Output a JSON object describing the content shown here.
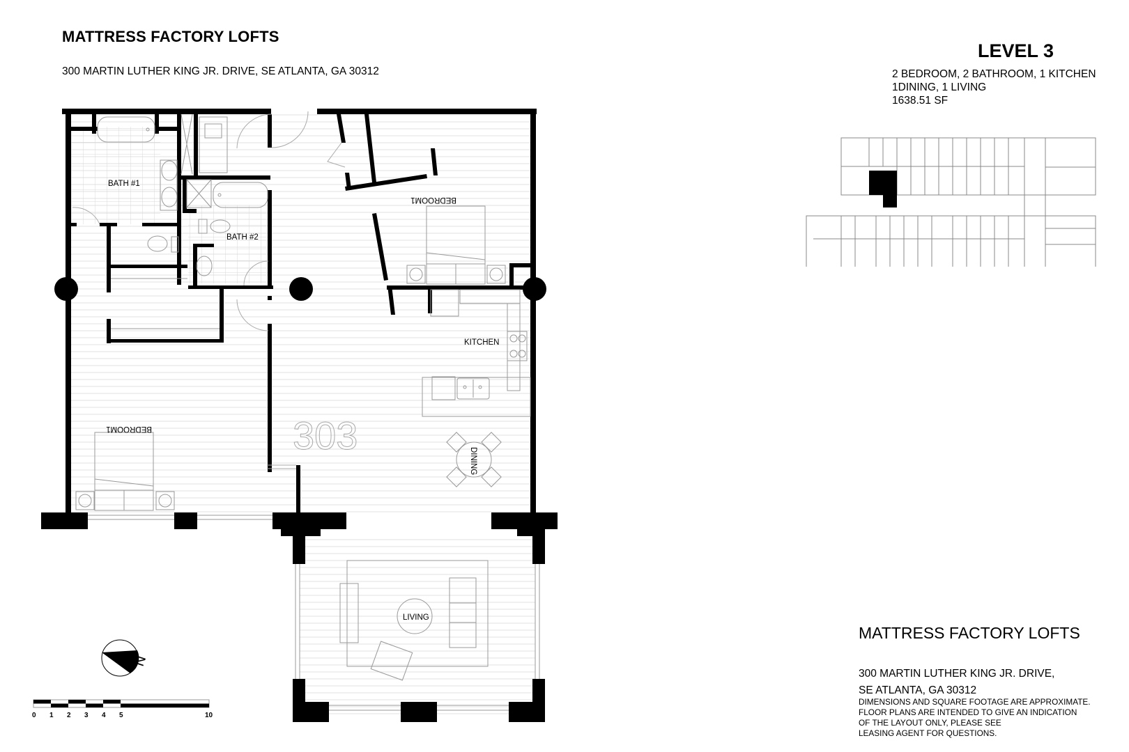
{
  "header": {
    "title": "MATTRESS FACTORY LOFTS",
    "address": "300 MARTIN LUTHER KING JR. DRIVE, SE ATLANTA, GA 30312"
  },
  "unit": {
    "level": "LEVEL 3",
    "rooms_line1": "2 BEDROOM, 2 BATHROOM, 1 KITCHEN",
    "rooms_line2": "1DINING, 1 LIVING",
    "area": "1638.51 SF",
    "number": "303"
  },
  "rooms": {
    "bath1": "BATH #1",
    "bath2": "BATH #2",
    "bedroom_a": "BEDROOM1",
    "bedroom_b": "BEDROOM1",
    "kitchen": "KITCHEN",
    "dining": "DINING",
    "living": "LIVING"
  },
  "compass": {
    "label": "N"
  },
  "scale_bar": {
    "ticks": [
      "0",
      "1",
      "2",
      "3",
      "4",
      "5",
      "10"
    ]
  },
  "footer": {
    "title": "MATTRESS FACTORY LOFTS",
    "address_line1": "300 MARTIN LUTHER KING JR. DRIVE,",
    "address_line2": "SE ATLANTA, GA 30312",
    "disclaimer": [
      "DIMENSIONS AND SQUARE FOOTAGE ARE APPROXIMATE.",
      "FLOOR PLANS ARE INTENDED TO GIVE AN INDICATION",
      "OF THE LAYOUT ONLY, PLEASE SEE",
      "LEASING AGENT FOR QUESTIONS."
    ]
  },
  "colors": {
    "ink": "#000000",
    "fixture": "#999999",
    "floor_lines": "#dddddd",
    "background": "#ffffff"
  }
}
